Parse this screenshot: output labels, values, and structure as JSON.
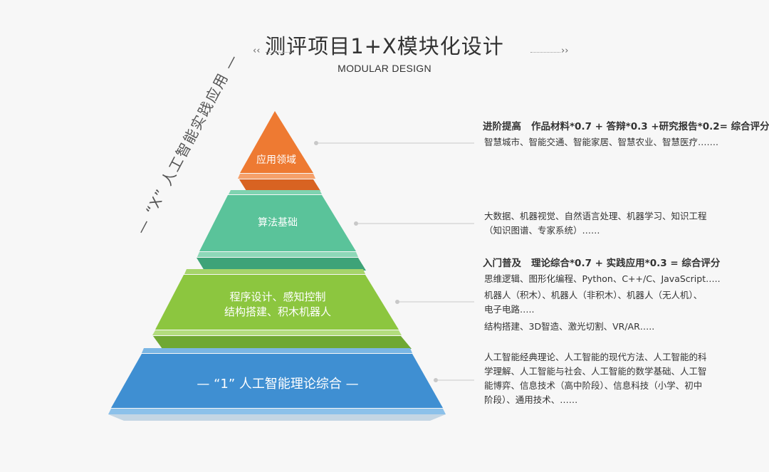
{
  "title": "测评项目1+X模块化设计",
  "subtitle": "MODULAR DESIGN",
  "deco_left": "‹‹",
  "deco_right": "››",
  "vertical_label": "— “X” 人工智能实践应用 —",
  "layers": [
    {
      "name": "应用领域",
      "color": "#ee7a32"
    },
    {
      "name": "算法基础",
      "color": "#5ac39a"
    },
    {
      "name_lines": [
        "程序设计、感知控制",
        "结构搭建、积木机器人"
      ],
      "color": "#8cc63f"
    },
    {
      "name": "—  “1”  人工智能理论综合  —",
      "color": "#3f8fd2"
    }
  ],
  "headings": [
    {
      "title": "进阶提高",
      "formula": "作品材料*0.7 + 答辩*0.3 +研究报告*0.2= 综合评分"
    },
    {
      "title": "入门普及",
      "formula": "理论综合*0.7 + 实践应用*0.3 = 综合评分"
    }
  ],
  "descriptions": {
    "application": [
      "智慧城市、智能交通、智能家居、智慧农业、智慧医疗……."
    ],
    "algorithm": [
      "大数据、机器视觉、自然语言处理、机器学习、知识工程",
      "（知识图谱、专家系统）……"
    ],
    "programming": [
      "思维逻辑、图形化编程、Python、C++/C、JavaScript…..",
      "机器人（积木）、机器人（非积木）、机器人（无人机）、",
      "电子电路…..",
      "结构搭建、3D智造、激光切割、VR/AR….."
    ],
    "theory": [
      "人工智能经典理论、人工智能的现代方法、人工智能的科",
      "学理解、人工智能与社会、人工智能的数学基础、人工智",
      "能博弈、信息技术（高中阶段）、信息科技（小学、初中",
      "阶段）、通用技术、……"
    ]
  }
}
